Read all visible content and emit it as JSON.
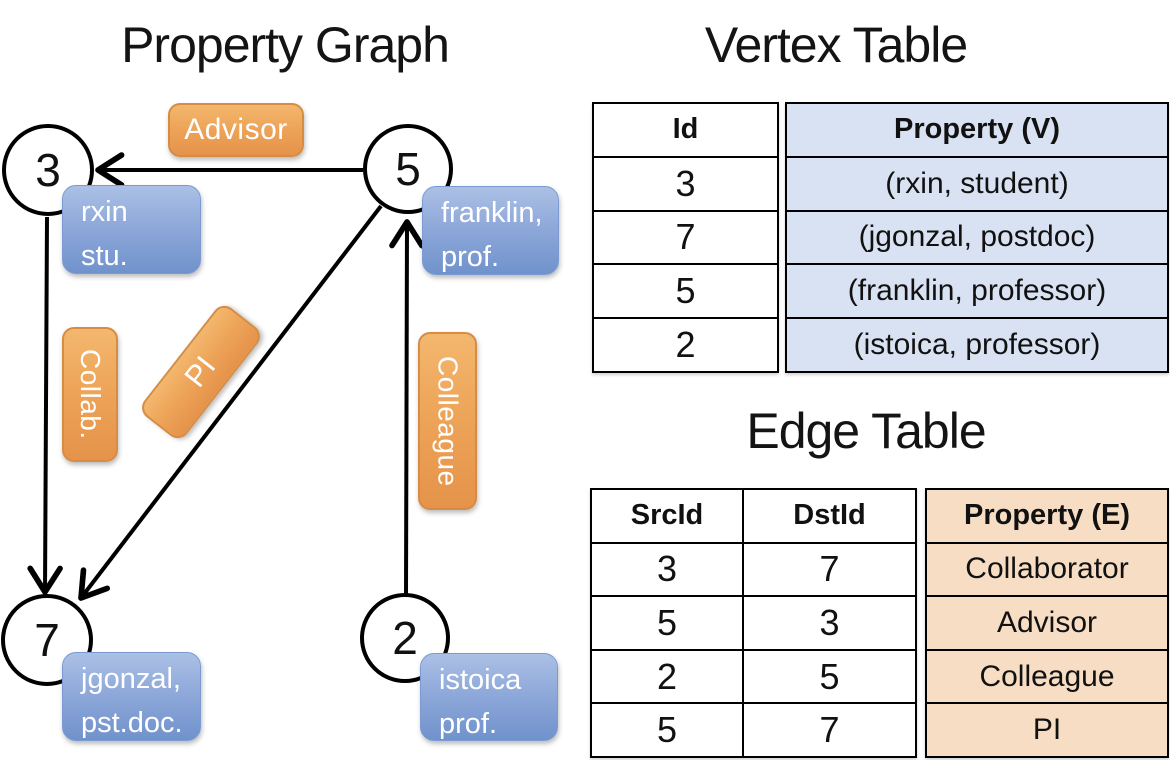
{
  "graph": {
    "title": "Property Graph",
    "nodes": [
      {
        "id": "3",
        "prop_line1": "rxin",
        "prop_line2": "stu."
      },
      {
        "id": "5",
        "prop_line1": "franklin,",
        "prop_line2": "prof."
      },
      {
        "id": "7",
        "prop_line1": "jgonzal,",
        "prop_line2": "pst.doc."
      },
      {
        "id": "2",
        "prop_line1": "istoica",
        "prop_line2": "prof."
      }
    ],
    "edge_labels": {
      "advisor": "Advisor",
      "collab": "Collab.",
      "pi": "PI",
      "colleague": "Colleague"
    },
    "edges": [
      {
        "from": "5",
        "to": "3",
        "label": "Advisor"
      },
      {
        "from": "3",
        "to": "7",
        "label": "Collab."
      },
      {
        "from": "5",
        "to": "7",
        "label": "PI"
      },
      {
        "from": "2",
        "to": "5",
        "label": "Colleague"
      }
    ]
  },
  "vertex_table": {
    "title": "Vertex Table",
    "columns": {
      "id": "Id",
      "property": "Property (V)"
    },
    "rows": [
      {
        "id": "3",
        "property": "(rxin, student)"
      },
      {
        "id": "7",
        "property": "(jgonzal, postdoc)"
      },
      {
        "id": "5",
        "property": "(franklin, professor)"
      },
      {
        "id": "2",
        "property": "(istoica, professor)"
      }
    ]
  },
  "edge_table": {
    "title": "Edge Table",
    "columns": {
      "src": "SrcId",
      "dst": "DstId",
      "property": "Property (E)"
    },
    "rows": [
      {
        "src": "3",
        "dst": "7",
        "property": "Collaborator"
      },
      {
        "src": "5",
        "dst": "3",
        "property": "Advisor"
      },
      {
        "src": "2",
        "dst": "5",
        "property": "Colleague"
      },
      {
        "src": "5",
        "dst": "7",
        "property": "PI"
      }
    ]
  },
  "colors": {
    "edge_label_orange": "#eda458",
    "vertex_box_blue": "#8fa9da",
    "vertex_table_property_bg": "#d9e2f3",
    "edge_table_property_bg": "#f6ddc3",
    "line_black": "#000000"
  }
}
